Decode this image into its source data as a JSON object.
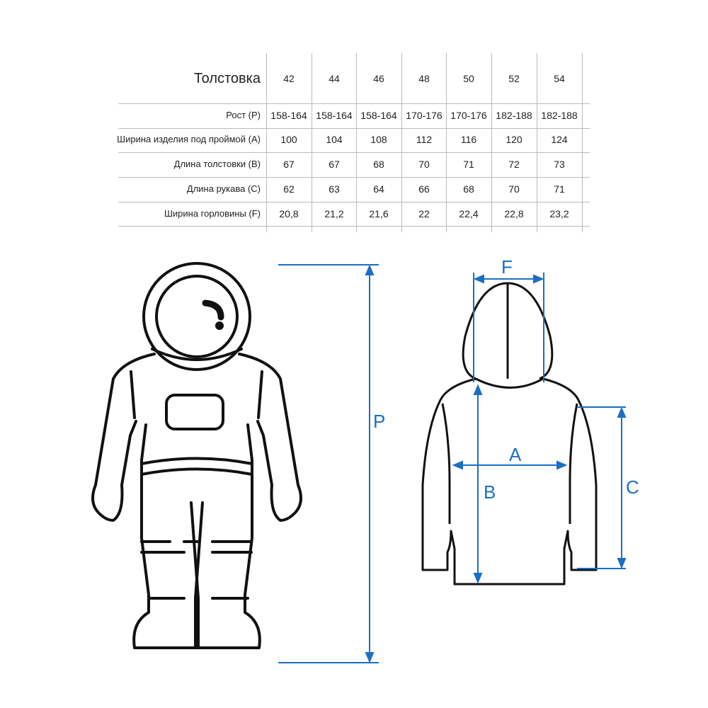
{
  "table": {
    "title": "Толстовка",
    "sizes": [
      "42",
      "44",
      "46",
      "48",
      "50",
      "52",
      "54"
    ],
    "rows": [
      {
        "label": "Рост (P)",
        "values": [
          "158-164",
          "158-164",
          "158-164",
          "170-176",
          "170-176",
          "182-188",
          "182-188"
        ]
      },
      {
        "label": "Ширина изделия под проймой (A)",
        "values": [
          "100",
          "104",
          "108",
          "112",
          "116",
          "120",
          "124"
        ]
      },
      {
        "label": "Длина толстовки (B)",
        "values": [
          "67",
          "67",
          "68",
          "70",
          "71",
          "72",
          "73"
        ]
      },
      {
        "label": "Длина рукава (C)",
        "values": [
          "62",
          "63",
          "64",
          "66",
          "68",
          "70",
          "71"
        ]
      },
      {
        "label": "Ширина горловины (F)",
        "values": [
          "20,8",
          "21,2",
          "21,6",
          "22",
          "22,4",
          "22,8",
          "23,2"
        ]
      }
    ]
  },
  "diagram": {
    "labels": {
      "P": "P",
      "F": "F",
      "A": "A",
      "B": "B",
      "C": "C"
    },
    "accent_color": "#1a6fc4"
  }
}
